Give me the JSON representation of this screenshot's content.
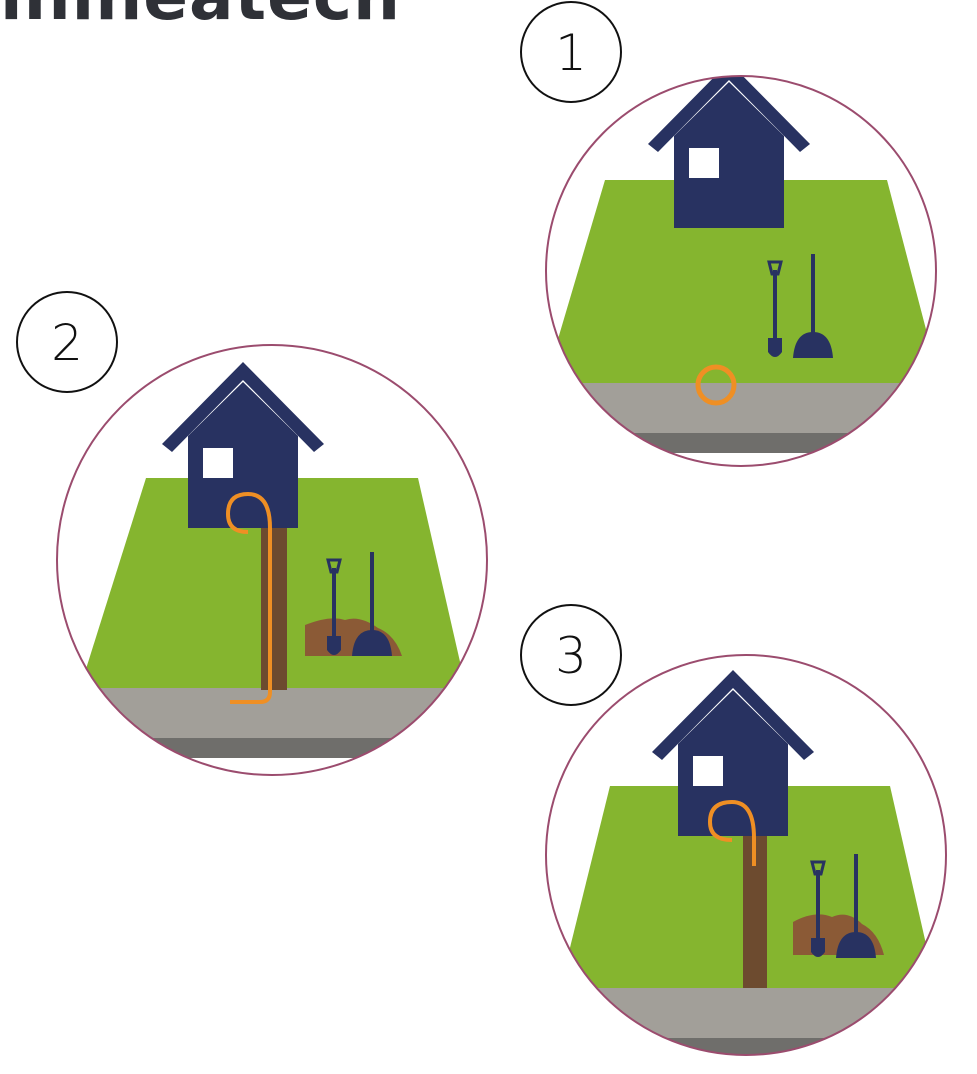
{
  "title": "inlheatech",
  "steps": [
    {
      "number": "1"
    },
    {
      "number": "2"
    },
    {
      "number": "3"
    }
  ],
  "colors": {
    "house": "#283261",
    "grass": "#85b52f",
    "road": "#a29f99",
    "road_dark": "#6f6e6b",
    "trench": "#6d4b2f",
    "cable": "#ef8f24",
    "soil": "#8b5a36",
    "circle_border": "#9b4c6e"
  }
}
